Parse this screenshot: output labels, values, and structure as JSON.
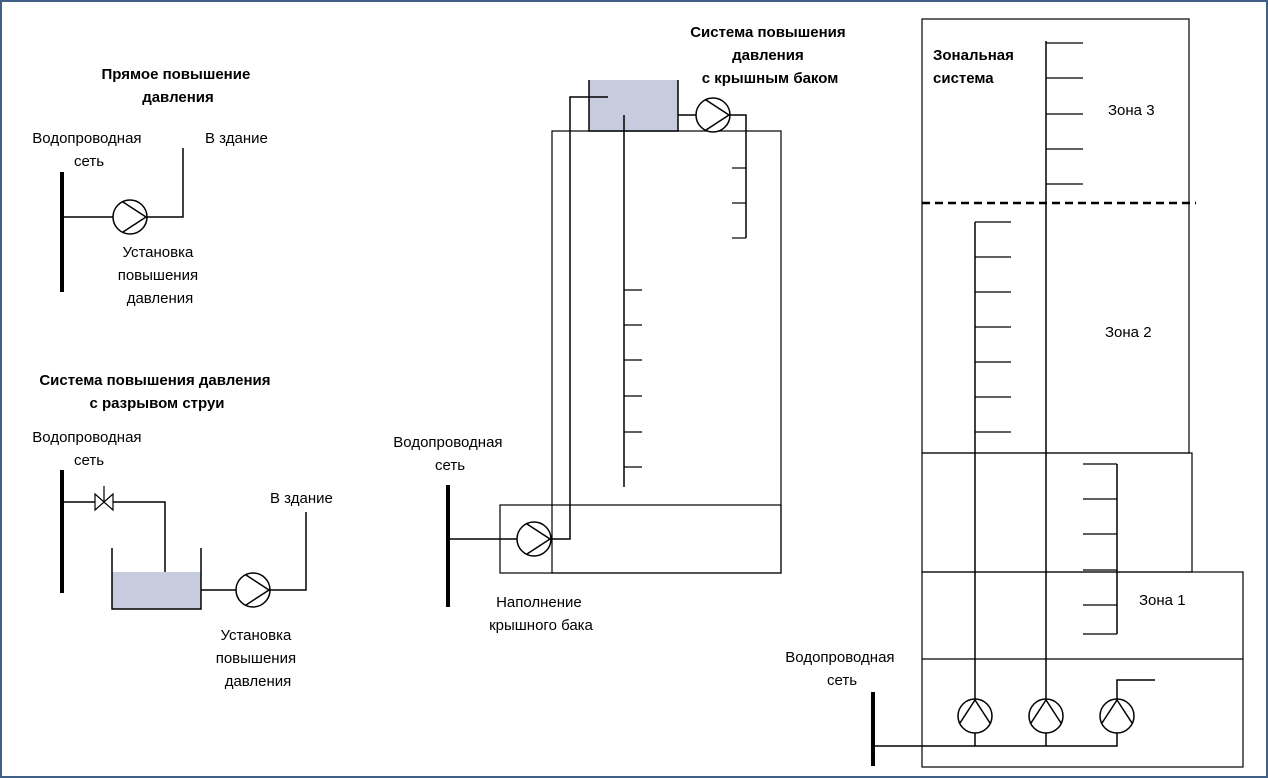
{
  "colors": {
    "frame": "#3f5f86",
    "line": "#000000",
    "water": "#c6cbdd"
  },
  "direct": {
    "title": [
      "Прямое повышение",
      "давления"
    ],
    "mains": [
      "Водопроводная",
      "сеть"
    ],
    "to_building": "В здание",
    "unit": [
      "Установка",
      "повышения",
      "давления"
    ]
  },
  "break_tank": {
    "title": [
      "Система повышения давления",
      "с разрывом струи"
    ],
    "mains": [
      "Водопроводная",
      "сеть"
    ],
    "to_building": "В здание",
    "unit": [
      "Установка",
      "повышения",
      "давления"
    ]
  },
  "roof_tank": {
    "title": [
      "Система повышения",
      "давления",
      "с крышным баком"
    ],
    "mains": [
      "Водопроводная",
      "сеть"
    ],
    "fill": [
      "Наполнение",
      "крышного бака"
    ]
  },
  "zonal": {
    "title": [
      "Зональная",
      "система"
    ],
    "zone3": "Зона 3",
    "zone2": "Зона 2",
    "zone1": "Зона 1",
    "mains": [
      "Водопроводная",
      "сеть"
    ]
  }
}
